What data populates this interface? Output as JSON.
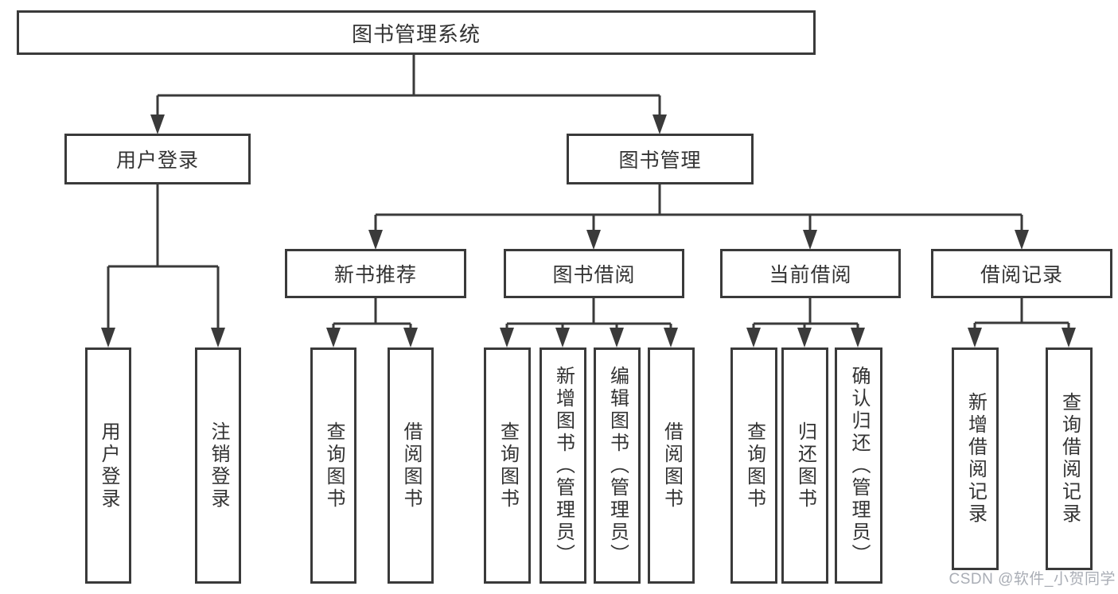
{
  "diagram": {
    "root": {
      "label": "图书管理系统"
    },
    "branches": [
      {
        "label": "用户登录"
      },
      {
        "label": "图书管理"
      }
    ],
    "groups": [
      {
        "label": "新书推荐"
      },
      {
        "label": "图书借阅"
      },
      {
        "label": "当前借阅"
      },
      {
        "label": "借阅记录"
      }
    ],
    "leaves": {
      "userLogin": [
        {
          "label": "用户登录"
        },
        {
          "label": "注销登录"
        }
      ],
      "newBooks": [
        {
          "label": "查询图书"
        },
        {
          "label": "借阅图书"
        }
      ],
      "bookBorrow": [
        {
          "label": "查询图书"
        },
        {
          "label": "新增图书（管理员）"
        },
        {
          "label": "编辑图书（管理员）"
        },
        {
          "label": "借阅图书"
        }
      ],
      "currentBorrow": [
        {
          "label": "查询图书"
        },
        {
          "label": "归还图书"
        },
        {
          "label": "确认归还（管理员）"
        }
      ],
      "borrowRecords": [
        {
          "label": "新增借阅记录"
        },
        {
          "label": "查询借阅记录"
        }
      ]
    },
    "colors": {
      "line": "#3a3a3a",
      "text": "#333333",
      "background": "#ffffff",
      "watermark_gray": "#a9adb5"
    }
  },
  "watermark": {
    "text": "CSDN @软件_小贺同学"
  }
}
